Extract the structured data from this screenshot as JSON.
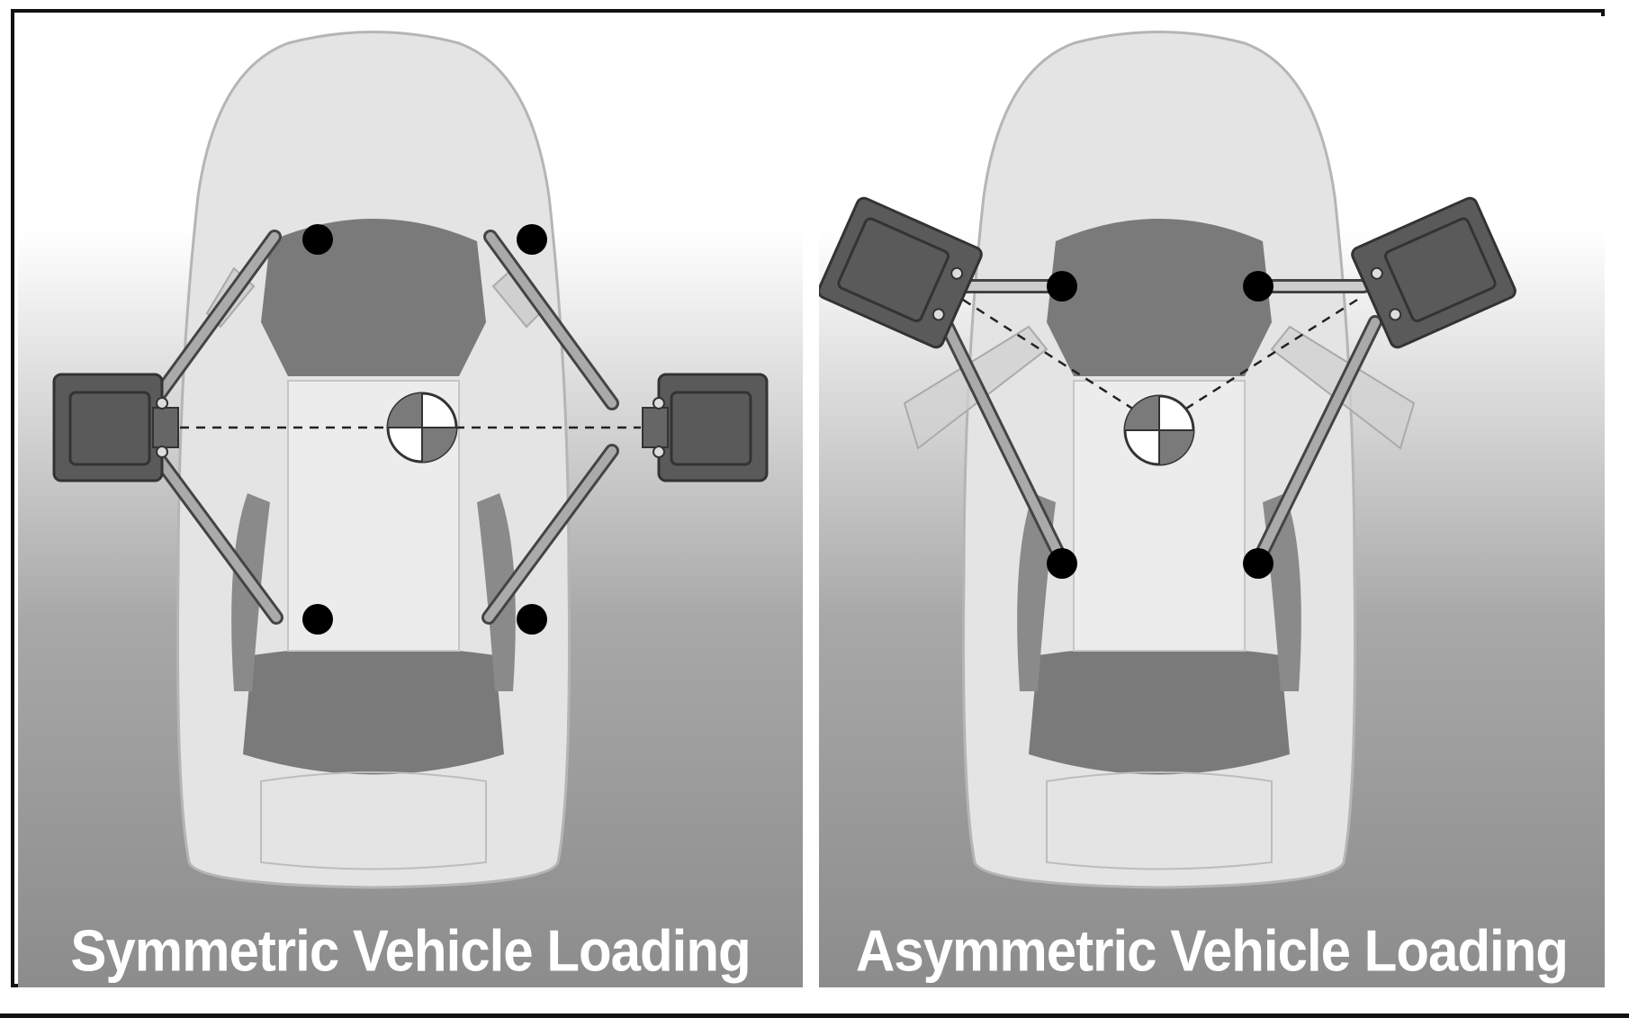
{
  "figure": {
    "panels": [
      {
        "id": "symmetric",
        "caption": "Symmetric Vehicle Loading"
      },
      {
        "id": "asymmetric",
        "caption": "Asymmetric Vehicle Loading"
      }
    ]
  },
  "colors": {
    "background_light": "#ffffff",
    "background_dark": "#9a9a9a",
    "car_body": "#e4e4e4",
    "car_outline": "#b5b5b5",
    "glass": "#7a7a7a",
    "door_panel": "#5a5a5a",
    "pivot_point": "#000000",
    "caption_text": "#ffffff"
  },
  "icons": [
    "center-of-gravity-icon",
    "pivot-point-icon"
  ]
}
